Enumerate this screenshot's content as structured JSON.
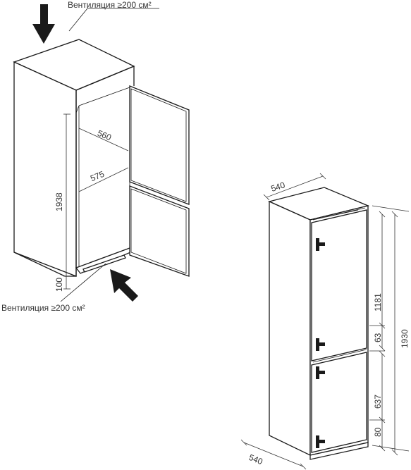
{
  "labels": {
    "vent_top": "Вентиляция ≥200 см²",
    "vent_bottom": "Вентиляция ≥200 см²"
  },
  "niche": {
    "height": "1938",
    "depth_top": "560",
    "depth_bottom": "575",
    "plinth": "100"
  },
  "appliance": {
    "width": "540",
    "depth": "540",
    "total_height": "1930",
    "upper_zone": "1181",
    "gap_zone": "63",
    "lower_zone": "637",
    "bottom_zone": "80"
  },
  "icons": {
    "arrow_top": "arrow-down-icon",
    "arrow_bottom": "arrow-up-left-icon"
  }
}
